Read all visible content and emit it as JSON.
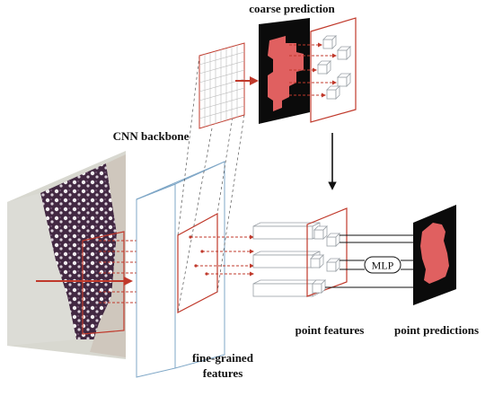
{
  "labels": {
    "coarse_prediction": "coarse prediction",
    "cnn_backbone": "CNN backbone",
    "fine_grained_line1": "fine-grained",
    "fine_grained_line2": "features",
    "point_features": "point features",
    "point_predictions": "point predictions",
    "mlp": "MLP"
  },
  "colors": {
    "accent_red": "#c0392b",
    "dashed_red": "#c0392b",
    "mask_red": "#e06060",
    "mask_black": "#0b0b0b",
    "backbone_blue": "#7fa7c7",
    "cube_gray": "#9aa0a6",
    "arrow_dark": "#111111"
  }
}
